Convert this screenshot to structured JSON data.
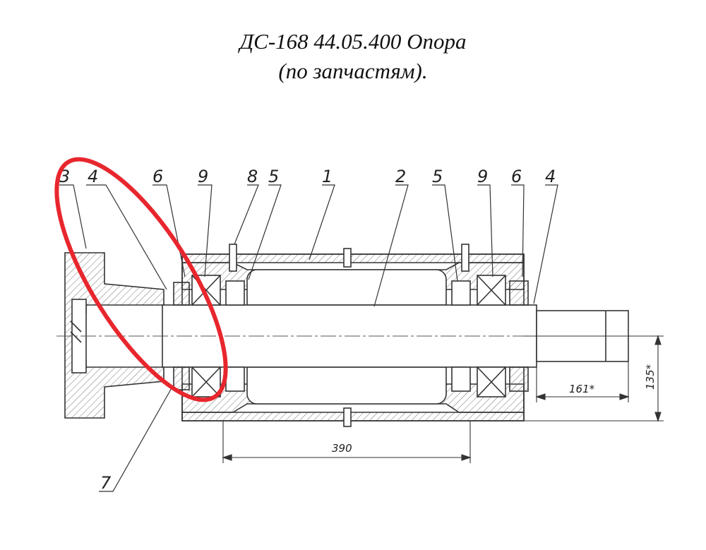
{
  "title": {
    "line1": "ДС-168 44.05.400 Опора",
    "line2": "(по запчастям)."
  },
  "part_labels": [
    "3",
    "4",
    "6",
    "9",
    "8",
    "5",
    "1",
    "2",
    "5",
    "9",
    "6",
    "4",
    "7"
  ],
  "dimensions": {
    "length": "390",
    "shaft_length": "161*",
    "height": "135*"
  },
  "colors": {
    "line": "#333333",
    "highlight": "#e8262d"
  }
}
